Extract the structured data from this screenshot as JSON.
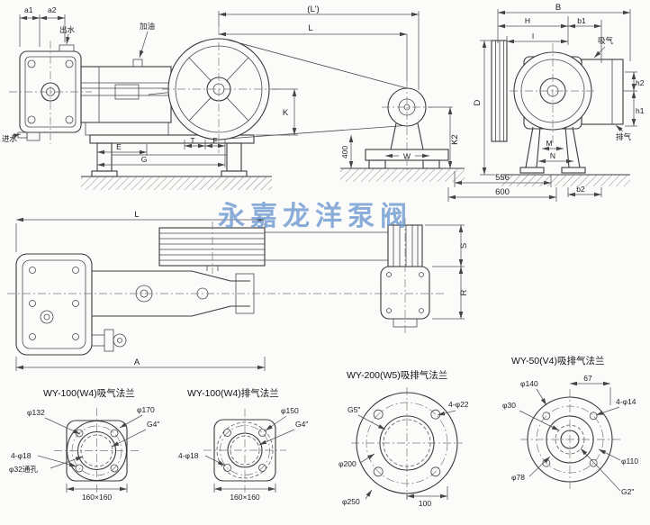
{
  "colors": {
    "background": "#fbfbfa",
    "line": "#3b3b3b",
    "watermark": "#6a97cf"
  },
  "watermark": "永嘉龙洋泵阀",
  "side_view": {
    "a1": "a1",
    "a2": "a2",
    "outlet": "出水",
    "inlet": "进水"
  },
  "front_view": {
    "oil": "加油",
    "l_prime": "(L')",
    "l": "L",
    "k": "K",
    "k2": "K2",
    "h400": "400",
    "w": "W",
    "d556": "556",
    "d600": "600",
    "e": "E",
    "t": "T",
    "f": "F",
    "g": "G"
  },
  "end_view": {
    "b": "B",
    "h": "H",
    "b1": "b1",
    "i": "I",
    "d": "D",
    "suction": "吸气",
    "h2": "h2",
    "h1": "h1",
    "exhaust": "排气",
    "m": "M",
    "n": "N",
    "b2": "b2"
  },
  "plan_view": {
    "l": "L",
    "a": "A",
    "s": "S",
    "r": "R"
  },
  "flange1": {
    "title": "WY-100(W4)吸气法兰",
    "d132": "φ132",
    "d170": "φ170",
    "g4": "G4\"",
    "bolts": "4-φ18",
    "hole": "φ32通孔",
    "size": "160×160"
  },
  "flange2": {
    "title": "WY-100(W4)排气法兰",
    "d150": "φ150",
    "g4": "G4\"",
    "bolts": "4-φ18",
    "size": "160×160"
  },
  "flange3": {
    "title": "WY-200(W5)吸排气法兰",
    "g5": "G5\"",
    "bolts": "4-φ22",
    "d200": "φ200",
    "d250": "φ250",
    "len100": "100"
  },
  "flange4": {
    "title": "WY-50(V4)吸排气法兰",
    "d140": "φ140",
    "len67": "67",
    "d30": "φ30",
    "bolts": "4-φ14",
    "d110": "φ110",
    "d78": "φ78",
    "g2": "G2\""
  }
}
